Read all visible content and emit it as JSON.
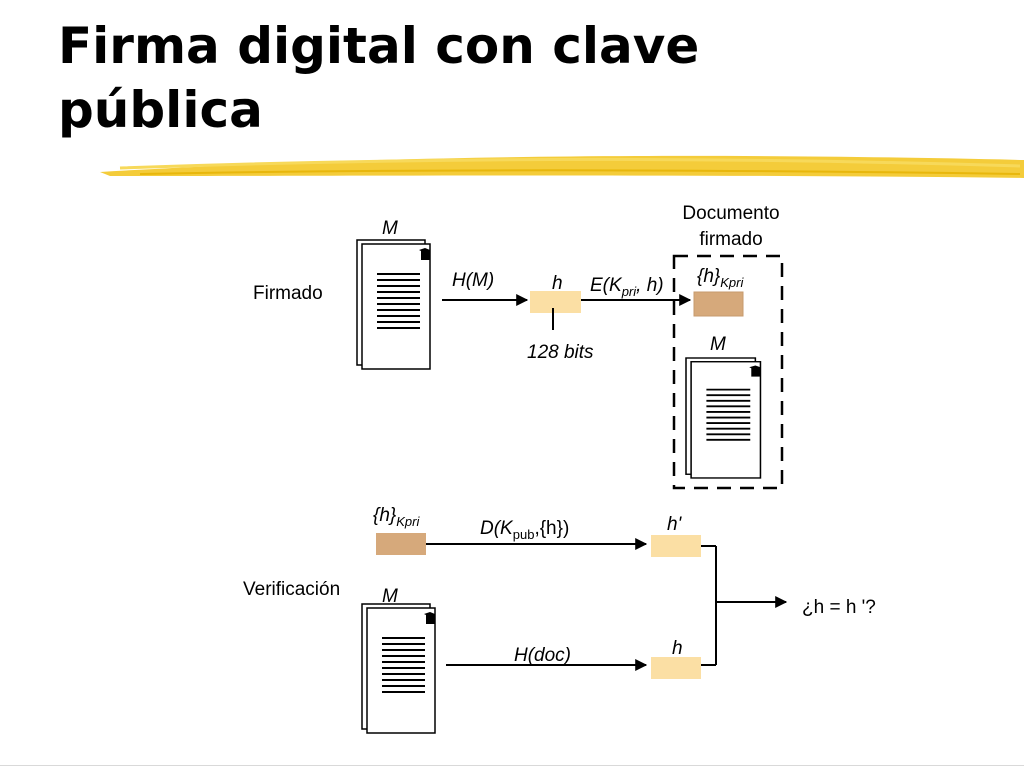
{
  "slide": {
    "title_line1": "Firma digital con clave",
    "title_line2": "pública"
  },
  "signing": {
    "row_label": "Firmado",
    "doc_label": "M",
    "hash_arrow_label": "H(M)",
    "hash_label": "h",
    "hash_size_label": "128 bits",
    "encrypt_label": {
      "prefix": "E(K",
      "sub": "pri",
      "suffix": ", h)"
    },
    "signed_doc_title_line1": "Documento",
    "signed_doc_title_line2": "firmado",
    "signature_label": {
      "text": "{h}",
      "sub": "Kpri"
    },
    "signed_doc_label": "M"
  },
  "verification": {
    "row_label": "Verificación",
    "signature_label": {
      "text": "{h}",
      "sub": "Kpri"
    },
    "decrypt_label": {
      "prefix": "D(K",
      "sub": "pub",
      "suffix": ",{h})"
    },
    "decrypted_hash_label": "h'",
    "doc_label": "M",
    "hash_arrow_label": "H(doc)",
    "computed_hash_label": "h",
    "comparison_label": "¿h = h '?"
  },
  "colors": {
    "hash_box": "#fbdfa4",
    "signature_box": "#d6a97b",
    "title_underline": "#f2c318"
  }
}
